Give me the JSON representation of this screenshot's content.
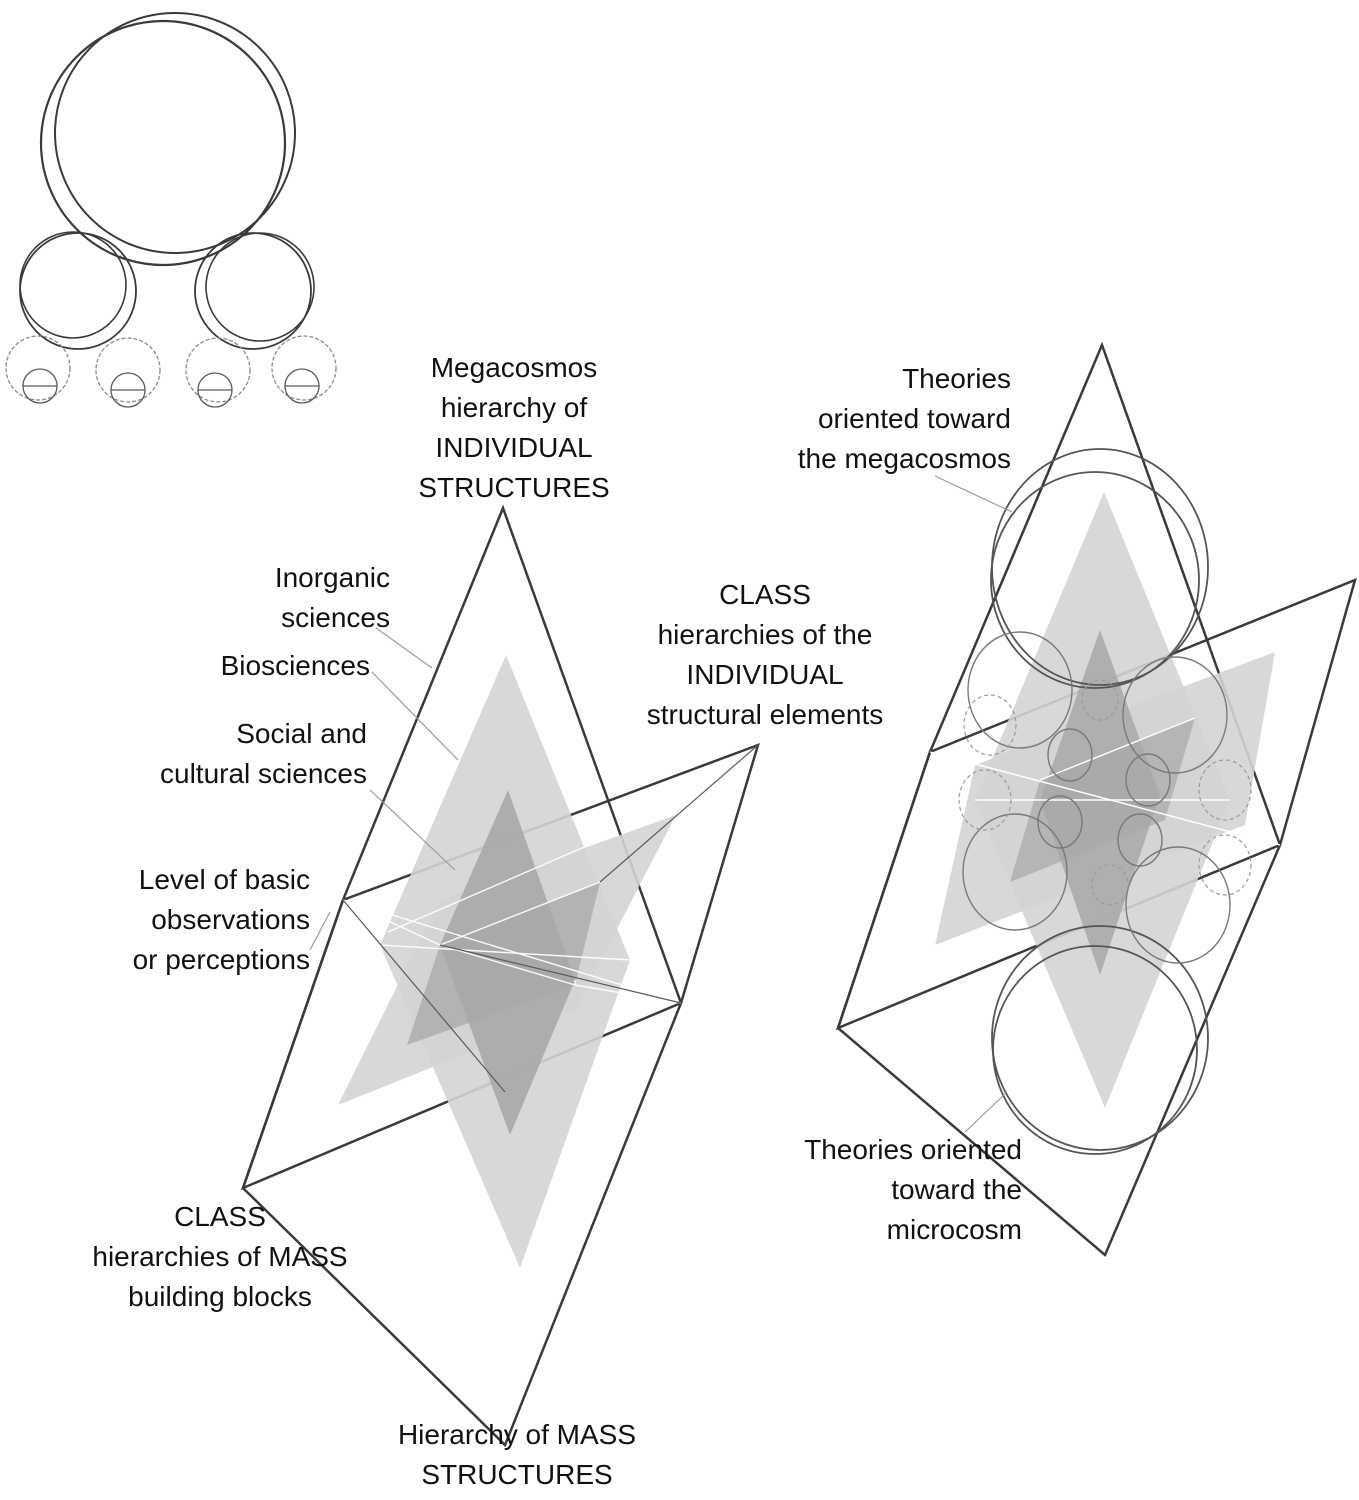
{
  "labels": {
    "megacosmos": [
      "Megacosmos",
      "hierarchy of",
      "INDIVIDUAL",
      "STRUCTURES"
    ],
    "inorganic": [
      "Inorganic",
      "sciences"
    ],
    "biosciences": [
      "Biosciences"
    ],
    "social": [
      "Social and",
      "cultural sciences"
    ],
    "basic_level": [
      "Level of basic",
      "observations",
      "or perceptions"
    ],
    "class_individual": [
      "CLASS",
      "hierarchies of the",
      "INDIVIDUAL",
      "structural elements"
    ],
    "class_mass": [
      "CLASS",
      "hierarchies of MASS",
      "building blocks"
    ],
    "mass_structures": [
      "Hierarchy of MASS",
      "STRUCTURES"
    ],
    "theories_mega": [
      "Theories",
      "oriented toward",
      "the megacosmos"
    ],
    "theories_micro": [
      "Theories oriented",
      "toward the",
      "microcosm"
    ]
  },
  "colors": {
    "stroke": "#3a3a3a",
    "fill_light": "#d4d4d4",
    "fill_dark": "#a8a8a8",
    "faint": "#8a8a8a"
  }
}
